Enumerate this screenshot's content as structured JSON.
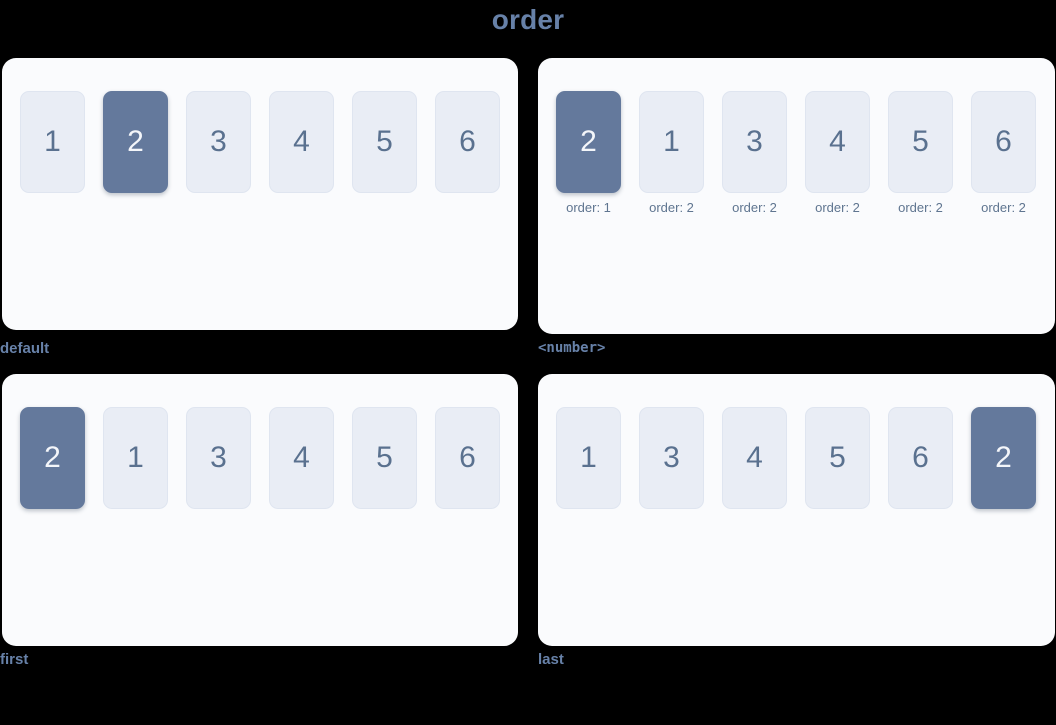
{
  "title": "order",
  "colors": {
    "background": "#000000",
    "panel": "#fafbfd",
    "accent": "#64799c",
    "box_bg": "#e9edf5",
    "text_slate": "#5a718f",
    "caption": "#6781a8"
  },
  "panels": [
    {
      "id": "default",
      "caption": "default",
      "caption_mono": false,
      "items": [
        {
          "label": "1",
          "active": false,
          "order_label": null
        },
        {
          "label": "2",
          "active": true,
          "order_label": null
        },
        {
          "label": "3",
          "active": false,
          "order_label": null
        },
        {
          "label": "4",
          "active": false,
          "order_label": null
        },
        {
          "label": "5",
          "active": false,
          "order_label": null
        },
        {
          "label": "6",
          "active": false,
          "order_label": null
        }
      ]
    },
    {
      "id": "number",
      "caption": "<number>",
      "caption_mono": true,
      "items": [
        {
          "label": "2",
          "active": true,
          "order_label": "order: 1"
        },
        {
          "label": "1",
          "active": false,
          "order_label": "order: 2"
        },
        {
          "label": "3",
          "active": false,
          "order_label": "order: 2"
        },
        {
          "label": "4",
          "active": false,
          "order_label": "order: 2"
        },
        {
          "label": "5",
          "active": false,
          "order_label": "order: 2"
        },
        {
          "label": "6",
          "active": false,
          "order_label": "order: 2"
        }
      ]
    },
    {
      "id": "first",
      "caption": "first",
      "caption_mono": false,
      "items": [
        {
          "label": "2",
          "active": true,
          "order_label": null
        },
        {
          "label": "1",
          "active": false,
          "order_label": null
        },
        {
          "label": "3",
          "active": false,
          "order_label": null
        },
        {
          "label": "4",
          "active": false,
          "order_label": null
        },
        {
          "label": "5",
          "active": false,
          "order_label": null
        },
        {
          "label": "6",
          "active": false,
          "order_label": null
        }
      ]
    },
    {
      "id": "last",
      "caption": "last",
      "caption_mono": false,
      "items": [
        {
          "label": "1",
          "active": false,
          "order_label": null
        },
        {
          "label": "3",
          "active": false,
          "order_label": null
        },
        {
          "label": "4",
          "active": false,
          "order_label": null
        },
        {
          "label": "5",
          "active": false,
          "order_label": null
        },
        {
          "label": "6",
          "active": false,
          "order_label": null
        },
        {
          "label": "2",
          "active": true,
          "order_label": null
        }
      ]
    }
  ]
}
